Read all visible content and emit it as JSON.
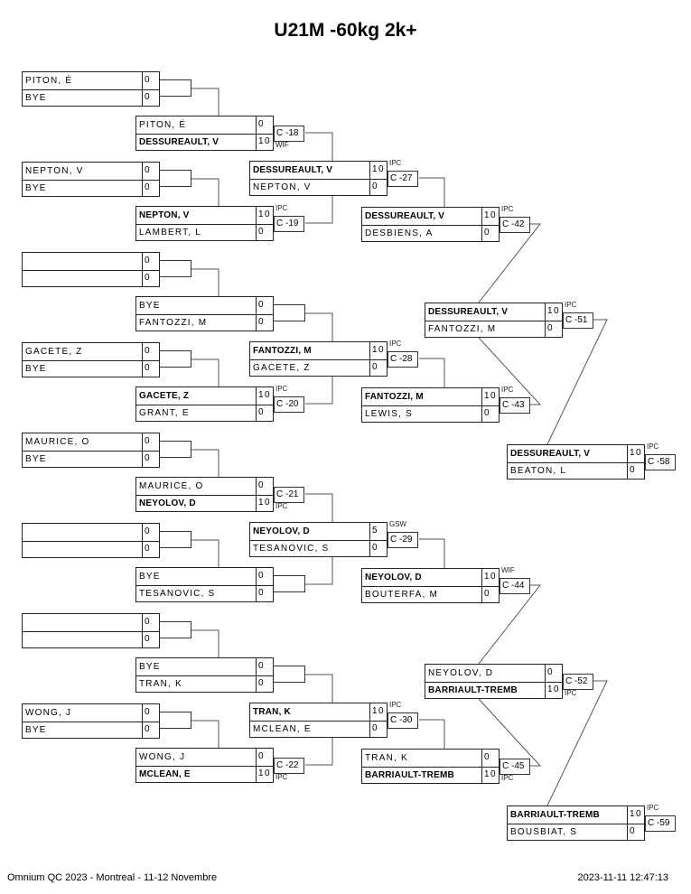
{
  "title": "U21M -60kg 2k+",
  "footer": {
    "event": "Omnium QC 2023 - Montreal - 11-12 Novembre",
    "timestamp": "2023-11-11 12:47:13"
  },
  "rounds": {
    "round1": [
      {
        "p1": "PITON, É",
        "s1": "0",
        "p2": "BYE",
        "s2": "0"
      },
      {
        "p1": "NEPTON, V",
        "s1": "0",
        "p2": "BYE",
        "s2": "0"
      },
      {
        "p1": "",
        "s1": "0",
        "p2": "",
        "s2": "0"
      },
      {
        "p1": "GACETE, Z",
        "s1": "0",
        "p2": "BYE",
        "s2": "0"
      },
      {
        "p1": "MAURICE, O",
        "s1": "0",
        "p2": "BYE",
        "s2": "0"
      },
      {
        "p1": "",
        "s1": "0",
        "p2": "",
        "s2": "0"
      },
      {
        "p1": "",
        "s1": "0",
        "p2": "",
        "s2": "0"
      },
      {
        "p1": "WONG, J",
        "s1": "0",
        "p2": "BYE",
        "s2": "0"
      }
    ],
    "round2": [
      {
        "p1": "PITON, É",
        "s1": "0",
        "p2": "DESSUREAULT, V",
        "s2": "10",
        "winner": 2,
        "contest": "C -18",
        "result": "WIF"
      },
      {
        "p1": "NEPTON, V",
        "s1": "10",
        "p2": "LAMBERT, L",
        "s2": "0",
        "winner": 1,
        "contest": "C -19",
        "result": "IPC"
      },
      {
        "p1": "BYE",
        "s1": "0",
        "p2": "FANTOZZI, M",
        "s2": "0",
        "winner": 0,
        "contest": "",
        "result": ""
      },
      {
        "p1": "GACETE, Z",
        "s1": "10",
        "p2": "GRANT, E",
        "s2": "0",
        "winner": 1,
        "contest": "C -20",
        "result": "IPC"
      },
      {
        "p1": "MAURICE, O",
        "s1": "0",
        "p2": "NEYOLOV, D",
        "s2": "10",
        "winner": 2,
        "contest": "C -21",
        "result": "IPC"
      },
      {
        "p1": "BYE",
        "s1": "0",
        "p2": "TESANOVIC, S",
        "s2": "0",
        "winner": 0,
        "contest": "",
        "result": ""
      },
      {
        "p1": "BYE",
        "s1": "0",
        "p2": "TRAN, K",
        "s2": "0",
        "winner": 0,
        "contest": "",
        "result": ""
      },
      {
        "p1": "WONG, J",
        "s1": "0",
        "p2": "MCLEAN, E",
        "s2": "10",
        "winner": 2,
        "contest": "C -22",
        "result": "IPC"
      }
    ],
    "round3": [
      {
        "p1": "DESSUREAULT, V",
        "s1": "10",
        "p2": "NEPTON, V",
        "s2": "0",
        "winner": 1,
        "contest": "C -27",
        "result": "IPC"
      },
      {
        "p1": "FANTOZZI, M",
        "s1": "10",
        "p2": "GACETE, Z",
        "s2": "0",
        "winner": 1,
        "contest": "C -28",
        "result": "IPC"
      },
      {
        "p1": "NEYOLOV, D",
        "s1": "5",
        "p2": "TESANOVIC, S",
        "s2": "0",
        "winner": 1,
        "contest": "C -29",
        "result": "GSW"
      },
      {
        "p1": "TRAN, K",
        "s1": "10",
        "p2": "MCLEAN, E",
        "s2": "0",
        "winner": 1,
        "contest": "C -30",
        "result": "IPC"
      }
    ],
    "round4": [
      {
        "p1": "DESSUREAULT, V",
        "s1": "10",
        "p2": "DESBIENS, A",
        "s2": "0",
        "winner": 1,
        "contest": "C -42",
        "result": "IPC"
      },
      {
        "p1": "FANTOZZI, M",
        "s1": "10",
        "p2": "LEWIS, S",
        "s2": "0",
        "winner": 1,
        "contest": "C -43",
        "result": "IPC"
      },
      {
        "p1": "NEYOLOV, D",
        "s1": "10",
        "p2": "BOUTERFA, M",
        "s2": "0",
        "winner": 1,
        "contest": "C -44",
        "result": "WIF"
      },
      {
        "p1": "TRAN, K",
        "s1": "0",
        "p2": "BARRIAULT-TREMB",
        "s2": "10",
        "winner": 2,
        "contest": "C -45",
        "result": "IPC"
      }
    ],
    "semifinal": [
      {
        "p1": "DESSUREAULT, V",
        "s1": "10",
        "p2": "FANTOZZI, M",
        "s2": "0",
        "winner": 1,
        "contest": "C -51",
        "result": "IPC"
      },
      {
        "p1": "NEYOLOV, D",
        "s1": "0",
        "p2": "BARRIAULT-TREMB",
        "s2": "10",
        "winner": 2,
        "contest": "C -52",
        "result": "IPC"
      }
    ],
    "final": [
      {
        "p1": "DESSUREAULT, V",
        "s1": "10",
        "p2": "BEATON, L",
        "s2": "0",
        "winner": 1,
        "contest": "C -58",
        "result": "IPC"
      },
      {
        "p1": "BARRIAULT-TREMB",
        "s1": "10",
        "p2": "BOUSBIAT, S",
        "s2": "0",
        "winner": 1,
        "contest": "C -59",
        "result": "IPC"
      }
    ]
  }
}
